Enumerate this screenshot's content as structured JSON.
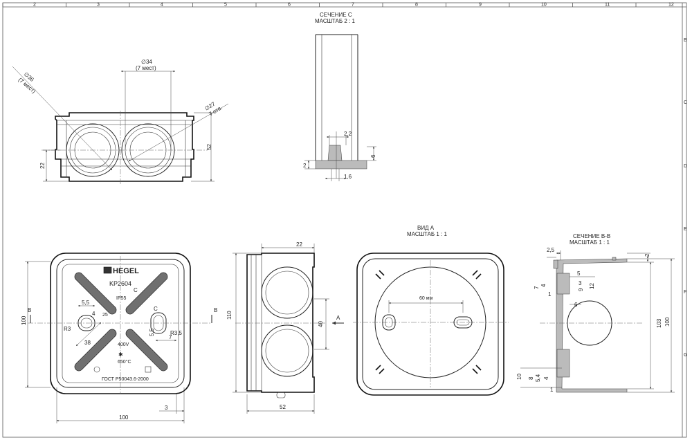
{
  "grid": {
    "columns": [
      "2",
      "3",
      "4",
      "5",
      "6",
      "7",
      "8",
      "9",
      "10",
      "11",
      "12"
    ],
    "rows": [
      "B",
      "C",
      "D",
      "E",
      "F",
      "G"
    ]
  },
  "section_c": {
    "title": "СЕЧЕНИЕ C",
    "scale": "МАСШТАБ 2 : 1",
    "dims": {
      "d22": "2,2",
      "d6": "6",
      "d2": "2",
      "d16": "1,6"
    }
  },
  "front_view": {
    "dia36": "∅36",
    "dia36_count": "(7 мест)",
    "dia34": "∅34",
    "dia34_count": "(7 мест)",
    "dia27": "∅27",
    "dia27_count": "7 отв.",
    "h52": "52",
    "h22": "22"
  },
  "top_view": {
    "brand": "HEGEL",
    "model": "KP2604",
    "c_mark": "C",
    "ip": "IP55",
    "voltage": "400V",
    "temp": "650°C",
    "standard": "ГОСТ Р50043.6-2000",
    "b_left": "B",
    "b_right": "B",
    "c_label": "C",
    "dims": {
      "d55": "5,5",
      "d4": "4",
      "r3": "R3",
      "d38": "38",
      "d25": "25",
      "d55b": "5,5",
      "r35": "R3,5",
      "d7": "7",
      "d100v": "100",
      "d100h": "100",
      "d3": "3"
    }
  },
  "side_view": {
    "d22": "22",
    "d110": "110",
    "d40": "40",
    "d52": "52",
    "arrow_a": "A"
  },
  "view_a": {
    "title": "ВИД A",
    "scale": "МАСШТАБ 1 : 1",
    "d60": "60 мм"
  },
  "section_bb": {
    "title": "СЕЧЕНИЕ B-B",
    "scale": "МАСШТАБ 1 : 1",
    "d25": "2,5",
    "d2": "2",
    "d5": "5",
    "d7": "7",
    "d4": "4",
    "d3": "3",
    "d1": "1",
    "d9": "9",
    "d12": "12",
    "d6": "6",
    "d103": "103",
    "d100": "100",
    "d10": "10",
    "d8": "8",
    "d54": "5,4",
    "d4b": "4",
    "d1b": "1"
  }
}
